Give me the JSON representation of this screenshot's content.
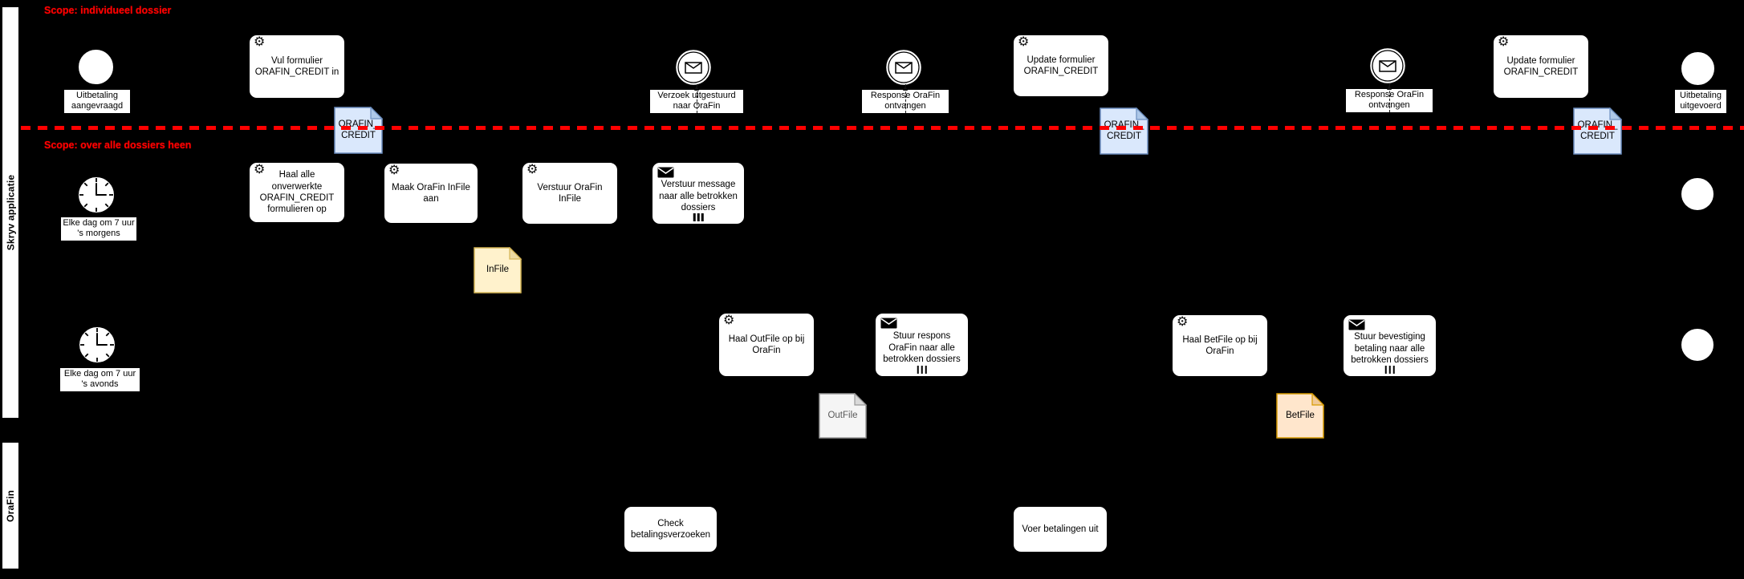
{
  "lanes": [
    {
      "label": "Skryv applicatie"
    },
    {
      "label": "OraFin"
    }
  ],
  "scopes": [
    {
      "label": "Scope: individueel dossier"
    },
    {
      "label": "Scope: over alle dossiers heen"
    }
  ],
  "colors": {
    "background": "#000000",
    "scope_red": "#ff0000",
    "doc_blue_fill": "#dae8fc",
    "doc_blue_border": "#6c8ebf",
    "doc_yellow_fill": "#fff2cc",
    "doc_yellow_border": "#d6b656",
    "doc_gray_fill": "#f5f5f5",
    "doc_gray_border": "#999999",
    "doc_orange_fill": "#ffe6cc",
    "doc_orange_border": "#d79b00"
  },
  "row1": {
    "start": "Uitbetaling aangevraagd",
    "task_vul": "Vul formulier ORAFIN_CREDIT in",
    "doc1": {
      "line1": "ORAFIN_",
      "line2": "CREDIT"
    },
    "event_verzoek": "Verzoek uitgestuurd naar OraFin",
    "event_response1": "Response OraFin ontvangen",
    "task_update1": "Update formulier ORAFIN_CREDIT",
    "doc2": {
      "line1": "ORAFIN_",
      "line2": "CREDIT"
    },
    "event_response2": "Response OraFin ontvangen",
    "task_update2": "Update formulier ORAFIN_CREDIT",
    "doc3": {
      "line1": "ORAFIN_",
      "line2": "CREDIT"
    },
    "end": "Uitbetaling uitgevoerd"
  },
  "row2": {
    "timer": "Elke dag om 7 uur 's morgens",
    "task_haal": "Haal alle onverwerkte ORAFIN_CREDIT formulieren op",
    "task_maak": "Maak OraFin InFile aan",
    "task_verstuur": "Verstuur OraFin InFile",
    "task_message": "Verstuur message naar alle betrokken dossiers",
    "doc_infile": "InFile"
  },
  "row3": {
    "timer": "Elke dag om 7 uur 's avonds",
    "task_outfile": "Haal OutFile op bij OraFin",
    "task_respons": "Stuur respons OraFin naar alle betrokken dossiers",
    "doc_outfile": "OutFile",
    "task_betfile": "Haal BetFile op bij OraFin",
    "task_bevestiging": "Stuur bevestiging betaling naar alle betrokken dossiers",
    "doc_betfile": "BetFile"
  },
  "orafin_lane": {
    "task_check": "Check betalingsverzoeken",
    "task_voer": "Voer betalingen uit"
  }
}
